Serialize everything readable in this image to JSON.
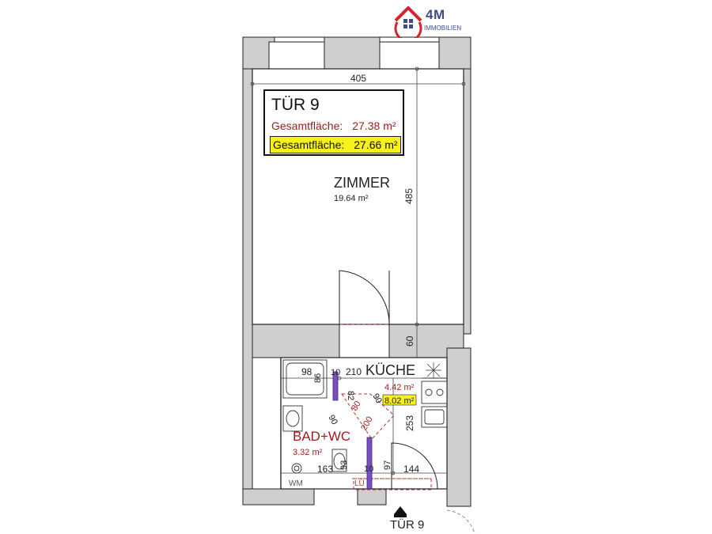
{
  "logo": {
    "brand": "4M",
    "sub": "IMMOBILIEN",
    "colors": {
      "roof": "#d3232c",
      "text": "#3f4a8f"
    }
  },
  "info": {
    "title": "TÜR 9",
    "line1_label": "Gesamtfläche:",
    "line1_value": "27.38 m²",
    "line2_label": "Gesamtfläche:",
    "line2_value": "27.66 m²"
  },
  "rooms": {
    "zimmer": {
      "name": "ZIMMER",
      "area": "19.64 m²"
    },
    "kueche": {
      "name": "KÜCHE",
      "area1": "4.42 m²",
      "area2": "8.02 m²"
    },
    "bad": {
      "name": "BAD+WC",
      "area": "3.32 m²"
    }
  },
  "dims": {
    "top_width": "405",
    "zimmer_height": "485",
    "vert_60": "60",
    "bath_width": "98",
    "bath_86": "86",
    "d_10a": "10",
    "d_210": "210",
    "d_82": "82",
    "d_90a": "90",
    "d_90b": "90",
    "d_80": "80",
    "d_200": "200",
    "d_253": "253",
    "d_93": "93",
    "d_10b": "10",
    "d_97": "97",
    "d_163": "163",
    "d_144": "144"
  },
  "labels": {
    "wm": "WM",
    "lue": "LÜ",
    "door": "TÜR 9"
  },
  "colors": {
    "wall": "#cfcfcf",
    "line": "#222222",
    "dim_red": "#9a1c1c",
    "purple": "#7a4fc2",
    "highlight": "#f9f11a"
  }
}
